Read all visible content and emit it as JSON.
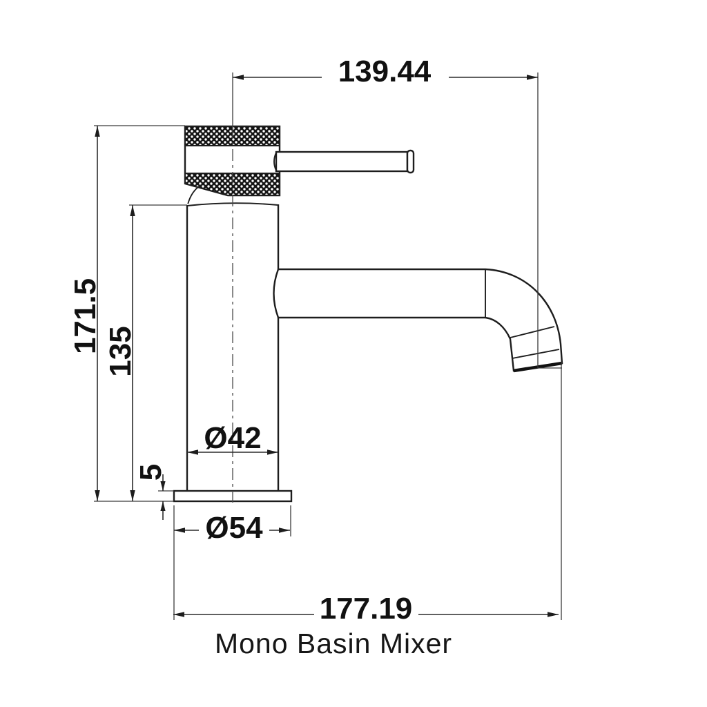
{
  "drawing": {
    "caption": "Mono Basin Mixer",
    "product": "Mono Basin Mixer",
    "units_shown": "mm",
    "colors": {
      "background": "#ffffff",
      "line": "#1d1d1d",
      "dimension_line": "#2b2b2b"
    },
    "dimensions": {
      "spout_reach": {
        "label": "139.44",
        "location": "top horizontal"
      },
      "overall_height": {
        "label": "171.5",
        "location": "left vertical outer"
      },
      "body_height": {
        "label": "135",
        "location": "left vertical inner"
      },
      "body_diameter": {
        "label": "Ø42",
        "location": "body width"
      },
      "base_thickness": {
        "label": "5",
        "location": "base plate height"
      },
      "base_diameter": {
        "label": "Ø54",
        "location": "base width"
      },
      "overall_depth": {
        "label": "177.19",
        "location": "bottom horizontal"
      }
    }
  }
}
